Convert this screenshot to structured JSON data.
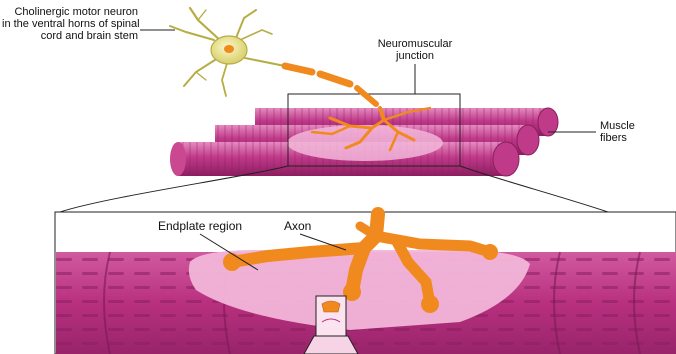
{
  "labels": {
    "neuron": [
      "Cholinergic motor neuron",
      "in the ventral horns of spinal",
      "cord and brain stem"
    ],
    "junction": [
      "Neuromuscular",
      "junction"
    ],
    "fibers": [
      "Muscle",
      "fibers"
    ],
    "endplate": "Endplate region",
    "axon": "Axon"
  },
  "colors": {
    "muscle": "#b8307f",
    "muscle_light": "#d866a6",
    "striation": "#8a1f5f",
    "nerve": "#f08a1e",
    "endplate": "#f2b6d9",
    "neuron": "#f2ec9a"
  }
}
